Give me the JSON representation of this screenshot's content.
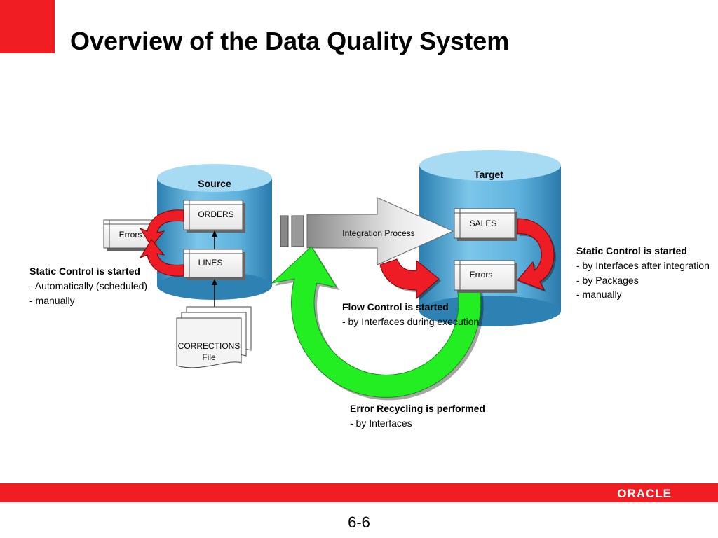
{
  "slide": {
    "title": "Overview of the Data Quality System",
    "page_number": "6-6",
    "logo_text": "ORACLE"
  },
  "diagram": {
    "source_label": "Source",
    "target_label": "Target",
    "source_tables": [
      "ORDERS",
      "LINES"
    ],
    "source_errors_label": "Errors",
    "corrections_label_line1": "CORRECTIONS",
    "corrections_label_line2": "File",
    "integration_label": "Integration Process",
    "target_tables": [
      "SALES",
      "Errors"
    ],
    "static_left": {
      "heading": "Static Control is started",
      "lines": [
        "- Automatically (scheduled)",
        "- manually"
      ]
    },
    "static_right": {
      "heading": "Static Control is started",
      "lines": [
        "- by Interfaces after integration",
        "- by Packages",
        "- manually"
      ]
    },
    "flow_control": {
      "heading": "Flow Control is started",
      "lines": [
        "- by Interfaces during execution"
      ]
    },
    "error_recycling": {
      "heading": "Error Recycling is performed",
      "lines": [
        "- by Interfaces"
      ]
    }
  },
  "colors": {
    "brand_red": "#f01e23",
    "cylinder_blue": "#4aa3d0",
    "arrow_red": "#ee1c24",
    "arrow_green": "#22ee22"
  }
}
